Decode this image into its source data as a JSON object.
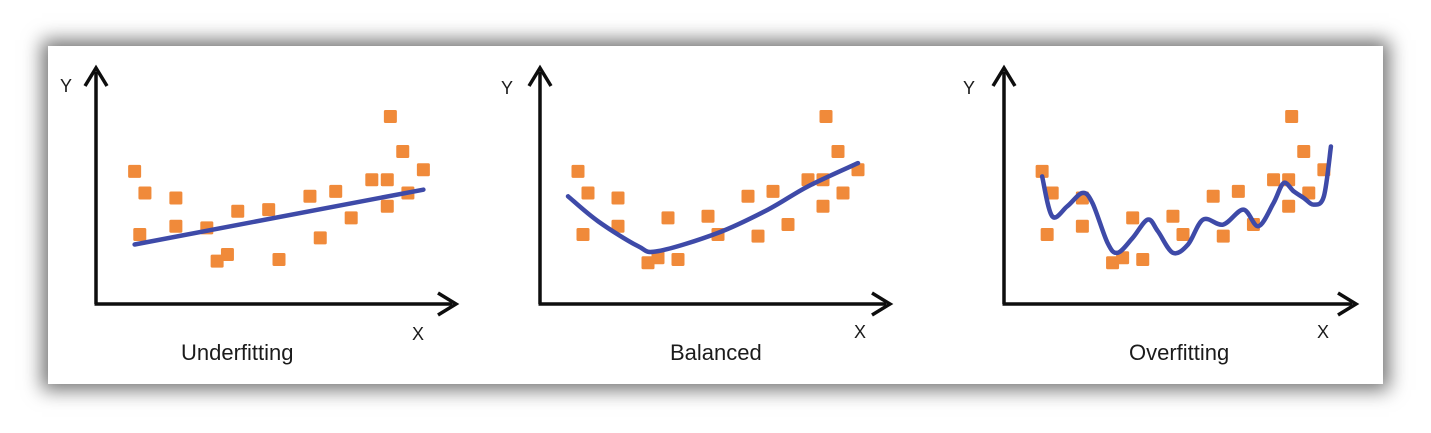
{
  "colors": {
    "points": "#f08a3a",
    "curve": "#3e4aa8",
    "axes": "#0e0e0e"
  },
  "panels": [
    {
      "caption": "Underfitting",
      "y_label": "Y",
      "x_label": "X",
      "points": [
        [
          2,
          7.5
        ],
        [
          3,
          6.2
        ],
        [
          2.5,
          3.7
        ],
        [
          6,
          4.2
        ],
        [
          6,
          5.9
        ],
        [
          9,
          4.1
        ],
        [
          10,
          2.1
        ],
        [
          11,
          2.5
        ],
        [
          12,
          5.1
        ],
        [
          15,
          5.2
        ],
        [
          16,
          2.2
        ],
        [
          19,
          6
        ],
        [
          20,
          3.5
        ],
        [
          21.5,
          6.3
        ],
        [
          23,
          4.7
        ],
        [
          25,
          7
        ],
        [
          26.5,
          7
        ],
        [
          26.5,
          5.4
        ],
        [
          26.8,
          10.8
        ],
        [
          28,
          8.7
        ],
        [
          28.5,
          6.2
        ],
        [
          30,
          7.6
        ]
      ],
      "curve": [
        [
          2,
          3.1
        ],
        [
          30,
          6.4
        ]
      ]
    },
    {
      "caption": "Balanced",
      "y_label": "Y",
      "x_label": "X",
      "points": [
        [
          2,
          7.5
        ],
        [
          3,
          6.2
        ],
        [
          2.5,
          3.7
        ],
        [
          6,
          4.2
        ],
        [
          6,
          5.9
        ],
        [
          9,
          2.0
        ],
        [
          10,
          2.3
        ],
        [
          11,
          4.7
        ],
        [
          12,
          2.2
        ],
        [
          15,
          4.8
        ],
        [
          16,
          3.7
        ],
        [
          19,
          6
        ],
        [
          20,
          3.6
        ],
        [
          21.5,
          6.3
        ],
        [
          23,
          4.3
        ],
        [
          25,
          7
        ],
        [
          26.5,
          7
        ],
        [
          26.5,
          5.4
        ],
        [
          26.8,
          10.8
        ],
        [
          28,
          8.7
        ],
        [
          28.5,
          6.2
        ],
        [
          30,
          7.6
        ]
      ],
      "curve": [
        [
          1,
          6
        ],
        [
          4,
          4.5
        ],
        [
          8,
          3.0
        ],
        [
          10,
          2.7
        ],
        [
          16,
          3.8
        ],
        [
          21,
          5.2
        ],
        [
          25,
          6.6
        ],
        [
          30,
          8
        ]
      ]
    },
    {
      "caption": "Overfitting",
      "y_label": "Y",
      "x_label": "X",
      "points": [
        [
          2,
          7.5
        ],
        [
          3,
          6.2
        ],
        [
          2.5,
          3.7
        ],
        [
          6,
          4.2
        ],
        [
          6,
          5.9
        ],
        [
          9,
          2.0
        ],
        [
          10,
          2.3
        ],
        [
          11,
          4.7
        ],
        [
          12,
          2.2
        ],
        [
          15,
          4.8
        ],
        [
          16,
          3.7
        ],
        [
          19,
          6
        ],
        [
          20,
          3.6
        ],
        [
          21.5,
          6.3
        ],
        [
          23,
          4.3
        ],
        [
          25,
          7
        ],
        [
          26.5,
          7
        ],
        [
          26.5,
          5.4
        ],
        [
          26.8,
          10.8
        ],
        [
          28,
          8.7
        ],
        [
          28.5,
          6.2
        ],
        [
          30,
          7.6
        ]
      ],
      "curve": [
        [
          2,
          7.2
        ],
        [
          3,
          4.8
        ],
        [
          4.5,
          5.4
        ],
        [
          6,
          6.2
        ],
        [
          7,
          5.6
        ],
        [
          8.5,
          3.2
        ],
        [
          9.5,
          2.6
        ],
        [
          11,
          3.5
        ],
        [
          12.5,
          4.6
        ],
        [
          13.5,
          3.9
        ],
        [
          15,
          2.6
        ],
        [
          16.5,
          3.1
        ],
        [
          18,
          4.6
        ],
        [
          20,
          4.3
        ],
        [
          22,
          5.2
        ],
        [
          23.5,
          4.2
        ],
        [
          25,
          5.6
        ],
        [
          26,
          6.8
        ],
        [
          27,
          6.3
        ],
        [
          28,
          5.9
        ],
        [
          29,
          5.5
        ],
        [
          30,
          6.0
        ],
        [
          30.7,
          9.0
        ]
      ]
    }
  ]
}
